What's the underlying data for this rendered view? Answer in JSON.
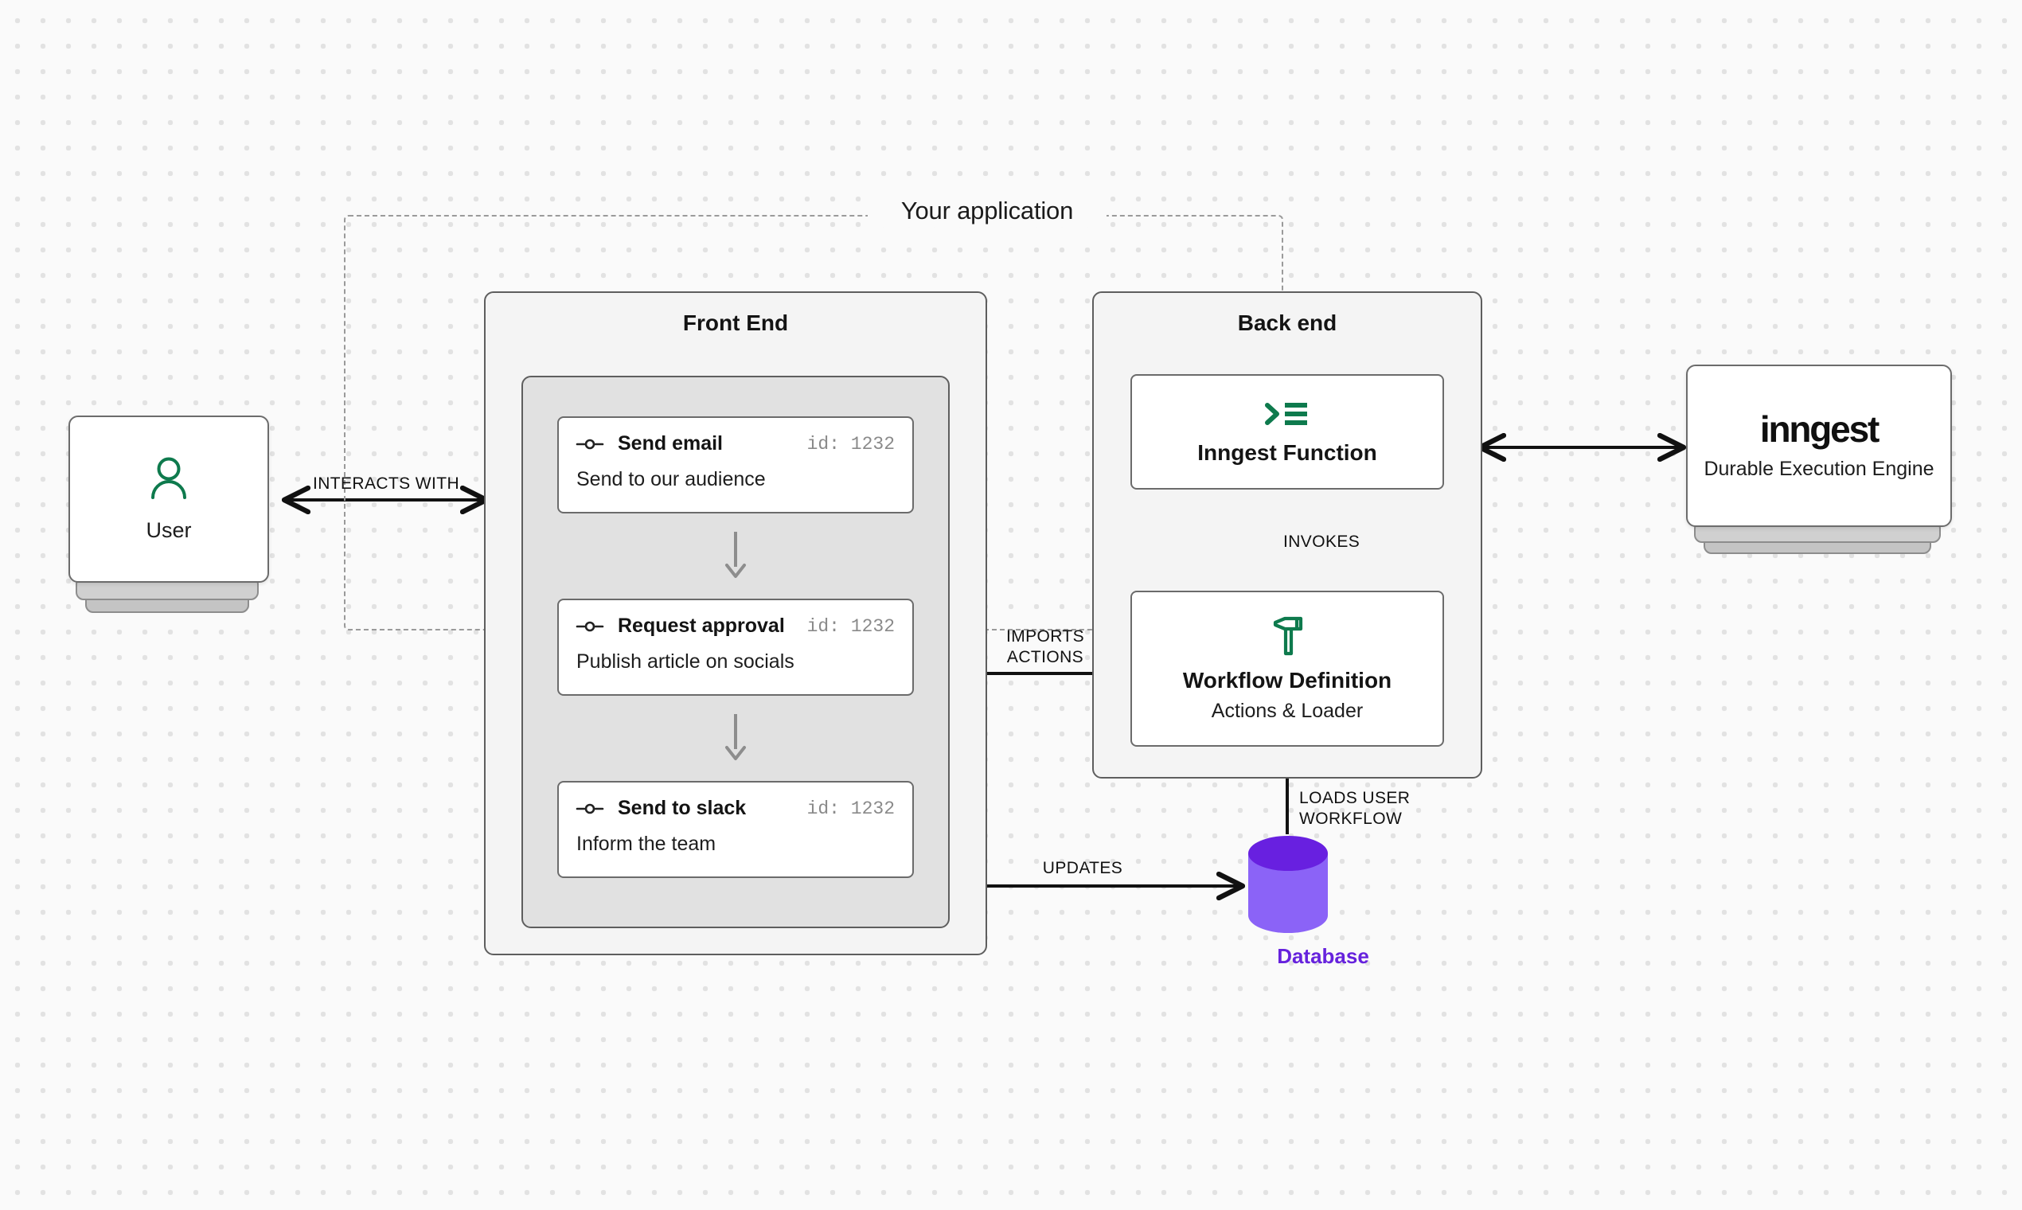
{
  "diagram": {
    "boundary_title": "Your application",
    "background": "#fafafa",
    "accent_green": "#0e7a4d",
    "accent_purple": "#6622dd",
    "db_body": "#8b63f7",
    "db_top": "#6820e0"
  },
  "user": {
    "label": "User",
    "icon": "user-icon"
  },
  "frontend": {
    "title": "Front End",
    "steps": [
      {
        "icon": "node-connector-icon",
        "title": "Send email",
        "id_label": "id: 1232",
        "description": "Send to our audience"
      },
      {
        "icon": "node-connector-icon",
        "title": "Request approval",
        "id_label": "id: 1232",
        "description": "Publish article on socials"
      },
      {
        "icon": "node-connector-icon",
        "title": "Send to slack",
        "id_label": "id: 1232",
        "description": "Inform the team"
      }
    ]
  },
  "backend": {
    "title": "Back end",
    "cards": [
      {
        "icon": "function-terminal-icon",
        "title": "Inngest Function",
        "subtitle": ""
      },
      {
        "icon": "hammer-tool-icon",
        "title": "Workflow Definition",
        "subtitle": "Actions & Loader"
      }
    ]
  },
  "database": {
    "label": "Database",
    "icon": "database-cylinder-icon"
  },
  "inngest": {
    "logo_text": "inngest",
    "subtitle": "Durable Execution\nEngine"
  },
  "edges": {
    "interacts_with": "INTERACTS WITH",
    "imports_actions": "IMPORTS\nACTIONS",
    "invokes": "INVOKES",
    "updates": "UPDATES",
    "loads_user_workflow": "LOADS USER\nWORKFLOW"
  }
}
